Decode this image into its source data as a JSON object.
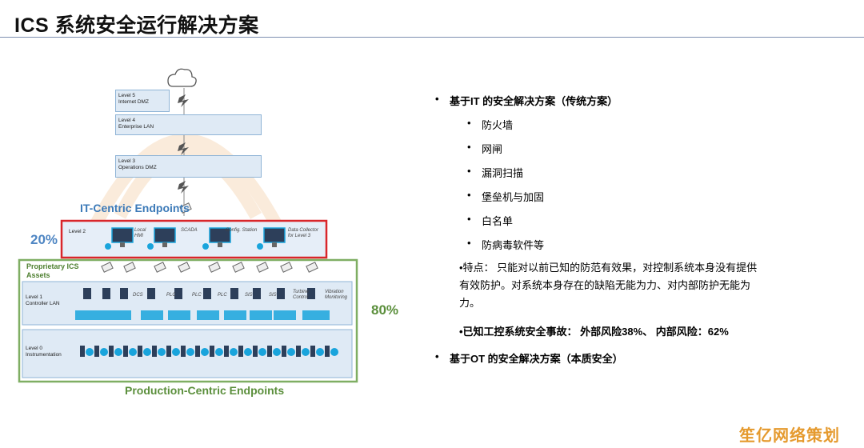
{
  "title": "ICS 系统安全运行解决方案",
  "diagram": {
    "levels": {
      "level5": {
        "name": "Level 5",
        "desc": "Internet DMZ"
      },
      "level4": {
        "name": "Level 4",
        "desc": "Enterprise LAN"
      },
      "level3": {
        "name": "Level 3",
        "desc": "Operations DMZ"
      },
      "level2": {
        "name": "Level 2"
      },
      "level1": {
        "name": "Level 1",
        "desc": "Controller LAN"
      },
      "level0": {
        "name": "Level 0",
        "desc": "Instrumentation"
      }
    },
    "it_centric_title": "IT-Centric Endpoints",
    "pct_it": "20%",
    "pct_ot": "80%",
    "level2_nodes": {
      "hmi": "Local HMI",
      "scada": "SCADA",
      "config": "Config. Station",
      "collector": "Data Collector for Level 3"
    },
    "ics_assets": "Proprietary ICS Assets",
    "level1_nodes": {
      "dcs": "DCS",
      "plc1": "PLC",
      "plc2": "PLC",
      "plc3": "PLC",
      "sis1": "SIS",
      "sis2": "SIS",
      "turbine": "Turbine Control",
      "vibration": "Vibration Monitoring"
    },
    "production_title": "Production-Centric Endpoints"
  },
  "bullets": {
    "it_heading": "基于IT 的安全解决方案（传统方案）",
    "it_items": [
      "防火墙",
      "网闸",
      "漏洞扫描",
      "堡垒机与加固",
      "白名单",
      "防病毒软件等"
    ],
    "feature_line1": "•特点： 只能对以前已知的防范有效果，对控制系统本身没有提供",
    "feature_line2": "有效防护。对系统本身存在的缺陷无能为力、对内部防护无能为",
    "feature_line3": "力。",
    "incident_line": "•已知工控系统安全事故： 外部风险38%、 内部风险：62%",
    "ot_heading": "基于OT 的安全解决方案（本质安全）"
  },
  "watermark": "笙亿网络策划",
  "colors": {
    "level_fill": "#dfeaf5",
    "it_box": "#d9262b",
    "ot_box": "#7fae63",
    "accent_blue": "#3c7ab8",
    "accent_green": "#5b8f3c",
    "watermark": "#e59a2e"
  }
}
